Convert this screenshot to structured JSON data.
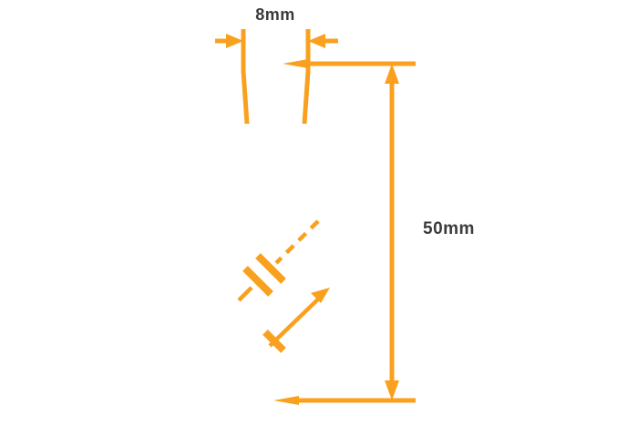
{
  "colors": {
    "accent": "#F9A11E",
    "label": "#3b3b3b",
    "background": "#ffffff"
  },
  "diagram": {
    "width_dimension": {
      "label": "8mm",
      "orientation": "horizontal"
    },
    "height_dimension": {
      "label": "50mm",
      "orientation": "vertical"
    }
  }
}
